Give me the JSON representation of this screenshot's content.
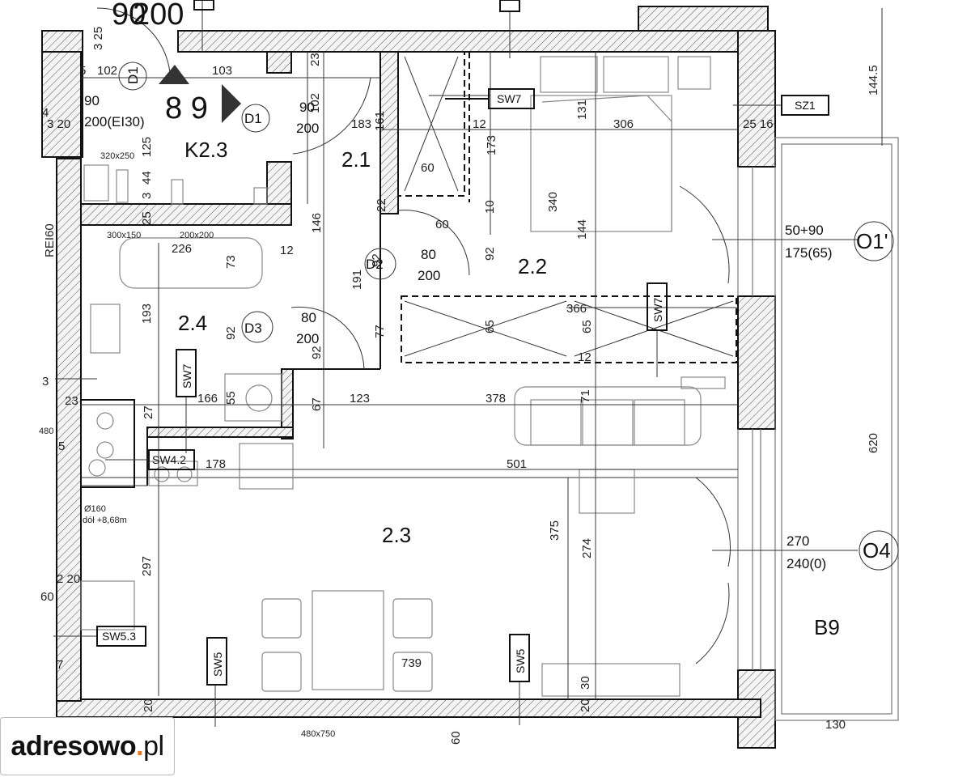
{
  "rooms": {
    "r21": "2.1",
    "r22": "2.2",
    "r23": "2.3",
    "r24": "2.4",
    "k23": "K2.3",
    "b9": "B9",
    "door_numbers": "8 9"
  },
  "doors": {
    "d1a": "D1",
    "d1b": "D1",
    "d2": "D2",
    "d3": "D3",
    "o1": "O1'",
    "o4": "O4"
  },
  "openings": {
    "d1a_w": "90",
    "d1a_h": "200(EI30)",
    "d1b_w": "90",
    "d1b_h": "200",
    "d2_w": "80",
    "d2_h": "200",
    "d3_w": "80",
    "d3_h": "200",
    "o1_w": "50+90",
    "o1_h": "175(65)",
    "o4_w": "270",
    "o4_h": "240(0)",
    "top_door_w": "90",
    "top_door_h": "200"
  },
  "tags": {
    "sw7a": "SW7",
    "sw7b": "SW7",
    "sw7c": "SW7",
    "sz1": "SZ1",
    "sw42": "SW4.2",
    "sw53": "SW5.3",
    "sw5a": "SW5",
    "sw5b": "SW5"
  },
  "dims": {
    "d102": "102",
    "d103": "103",
    "d325": "3 25",
    "d5": "5",
    "d23": "23",
    "d102v": "102",
    "d183": "183",
    "d161": "161",
    "d12a": "12",
    "d131": "131",
    "d306": "306",
    "d25_16": "25 16",
    "d1445": "144.5",
    "d320": "320x250",
    "d125": "125",
    "d44": "44",
    "d3": "3",
    "d25a": "25",
    "d173": "173",
    "d60a": "60",
    "d22": "22",
    "d60b": "60",
    "d10": "10",
    "d340": "340",
    "d144": "144",
    "d300": "300x150",
    "d200x200": "200x200",
    "d226": "226",
    "d73": "73",
    "d12b": "12",
    "d146": "146",
    "d92a": "92",
    "d191": "191",
    "d92b": "92",
    "d366": "366",
    "d65a": "65",
    "d65b": "65",
    "d193": "193",
    "d92c": "92",
    "d77": "77",
    "d92d": "92",
    "d12c": "12",
    "d23b": "23",
    "d27": "27",
    "d166": "166",
    "d55": "55",
    "d67": "67",
    "d123": "123",
    "d378": "378",
    "d71": "71",
    "d620": "620",
    "d480": "480",
    "d178": "178",
    "d501": "501",
    "dphi": "Ø160",
    "ddol": "dół +8,68m",
    "d297": "297",
    "d375": "375",
    "d274": "274",
    "d220": "2 20",
    "d739": "739",
    "d20a": "20",
    "d20b": "20",
    "d30": "30",
    "d130": "130",
    "d480x750": "480x750",
    "d60c": "60",
    "d3_20": "3 20",
    "rei60": "REI60",
    "d90top": "90",
    "d200top": "200",
    "d4": "4",
    "d3b": "3",
    "d60d": "60",
    "d7": "7",
    "d5b": "5"
  },
  "logo": {
    "name": "adresowo",
    "tld": "pl"
  }
}
